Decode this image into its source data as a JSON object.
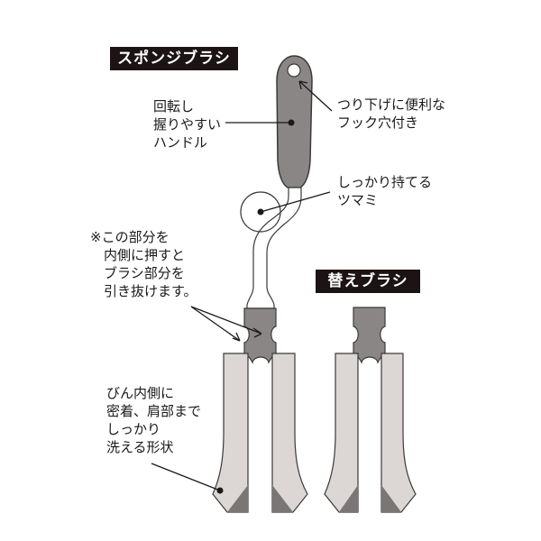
{
  "titles": {
    "main": "スポンジブラシ",
    "replacement": "替えブラシ"
  },
  "annotations": {
    "rotating_handle": "回転し\n握りやすい\nハンドル",
    "hook_hole": "つり下げに便利な\nフック穴付き",
    "grip_knob": "しっかり持てる\nツマミ",
    "release_note": "※この部分を\n　内側に押すと\n　ブラシ部分を\n　引き抜けます。",
    "bottle_shape": "びん内側に\n密着、肩部まで\nしっかり\n洗える形状"
  },
  "colors": {
    "label_bg": "#1c1414",
    "handle_gray": "#8a8686",
    "sponge_light": "#dcd6d4",
    "sponge_dark": "#7a7676",
    "outline": "#3a3a3a"
  }
}
